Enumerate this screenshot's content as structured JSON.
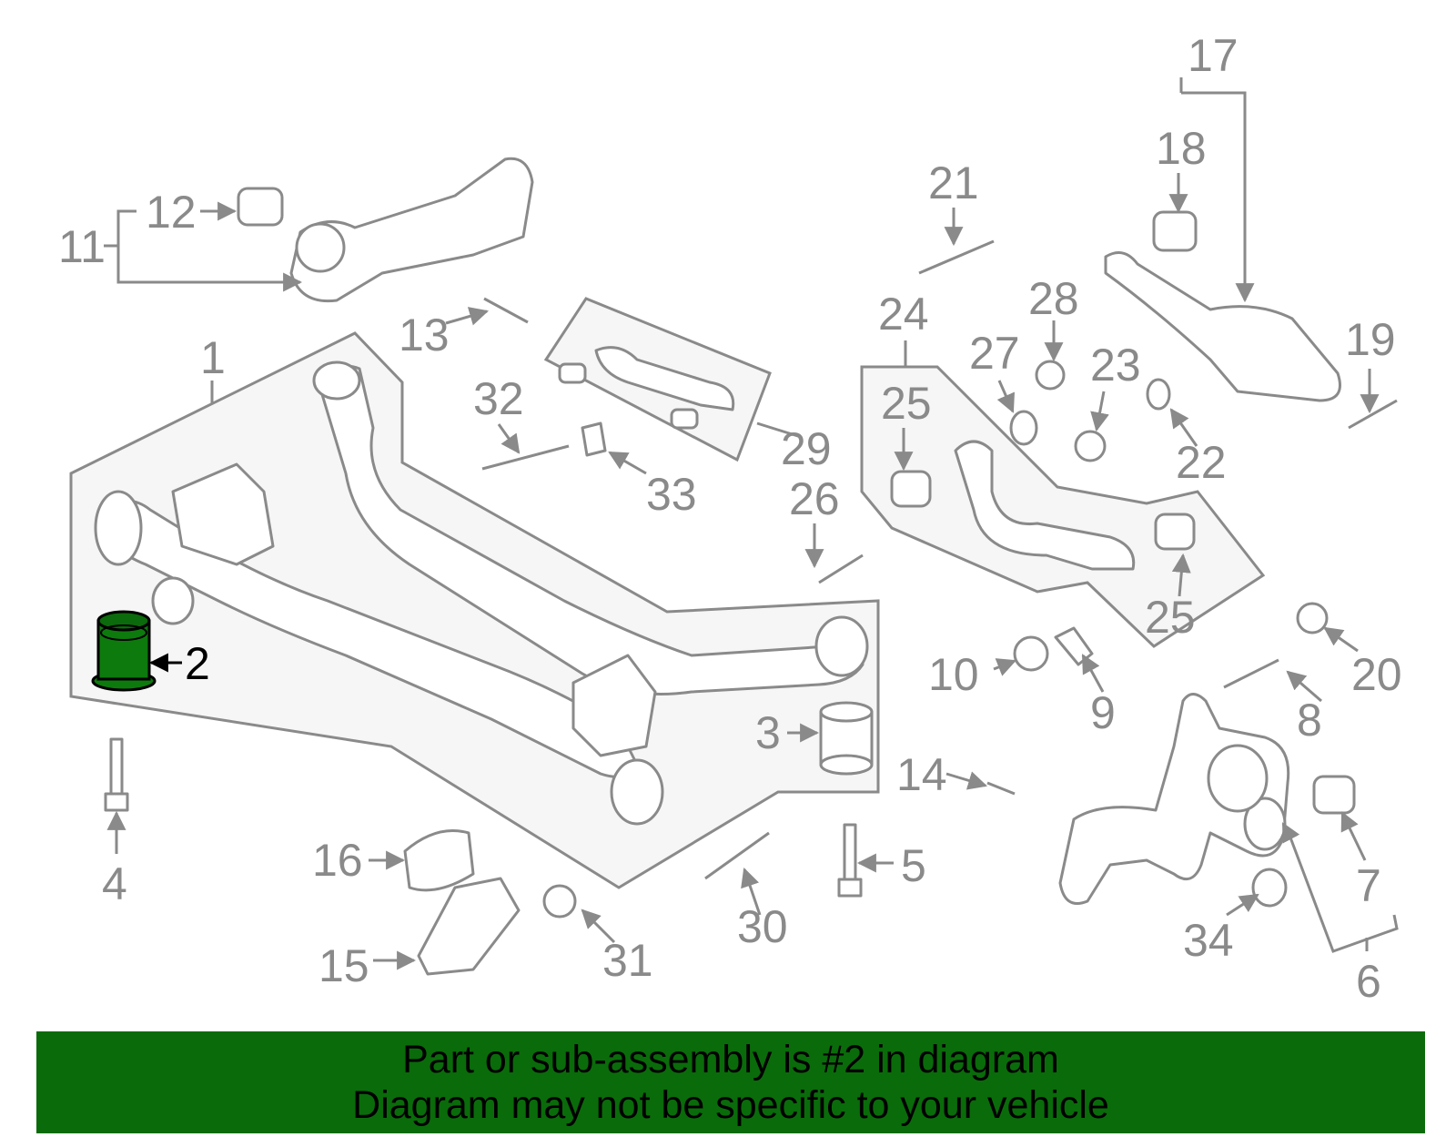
{
  "colors": {
    "stroke": "#8a8a8a",
    "highlight_part": "#0d7a0d",
    "banner_bg": "#0a6b0a",
    "banner_text": "#000000"
  },
  "labels": {
    "l1": "1",
    "l2": "2",
    "l3": "3",
    "l4": "4",
    "l5": "5",
    "l6": "6",
    "l7": "7",
    "l8": "8",
    "l9": "9",
    "l10": "10",
    "l11": "11",
    "l12": "12",
    "l13": "13",
    "l14": "14",
    "l15": "15",
    "l16": "16",
    "l17": "17",
    "l18": "18",
    "l19": "19",
    "l20": "20",
    "l21": "21",
    "l22": "22",
    "l23": "23",
    "l24": "24",
    "l25a": "25",
    "l25b": "25",
    "l26": "26",
    "l27": "27",
    "l28": "28",
    "l29": "29",
    "l30": "30",
    "l31": "31",
    "l32": "32",
    "l33": "33",
    "l34": "34"
  },
  "banner": {
    "line1": "Part or sub-assembly is #2 in diagram",
    "line2": "Diagram may not be specific to your vehicle"
  }
}
